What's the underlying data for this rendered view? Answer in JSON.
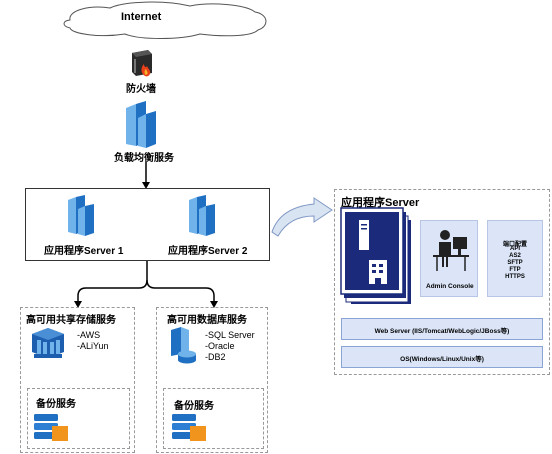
{
  "internet": {
    "label": "Internet"
  },
  "firewall": {
    "label": "防火墙",
    "icon": "firewall-icon"
  },
  "load_balancer": {
    "label": "负载均衡服务",
    "icon": "server-cluster-icon"
  },
  "app_servers": {
    "server1": {
      "label": "应用程序Server 1",
      "icon": "server-cluster-icon"
    },
    "server2": {
      "label": "应用程序Server 2",
      "icon": "server-cluster-icon"
    }
  },
  "storage": {
    "title": "高可用共享存储服务",
    "items": [
      "-AWS",
      "-ALiYun"
    ],
    "icon": "storage-cluster-icon",
    "backup": {
      "label": "备份服务",
      "icon": "backup-storage-icon"
    }
  },
  "database": {
    "title": "高可用数据库服务",
    "items": [
      "-SQL Server",
      "-Oracle",
      "-DB2"
    ],
    "icon": "database-icon",
    "backup": {
      "label": "备份服务",
      "icon": "backup-storage-icon"
    }
  },
  "detail": {
    "title": "应用程序Server",
    "admin_console": {
      "label": "Admin Console",
      "icon": "admin-person-icon"
    },
    "ports": {
      "title": "端口配置",
      "items": [
        "API",
        "AS2",
        "SFTP",
        "FTP",
        "HTTPS"
      ]
    },
    "web_server": "Web Server (IIS/Tomcat/WebLogic/JBoss等)",
    "os": "OS(Windows/Linux/Unix等)"
  },
  "colors": {
    "server_blue": "#1f6fc2",
    "server_light": "#6fb3ea",
    "navy": "#1b2a7a",
    "orange": "#f0941e",
    "arrow_fill": "#d9e4f2"
  }
}
